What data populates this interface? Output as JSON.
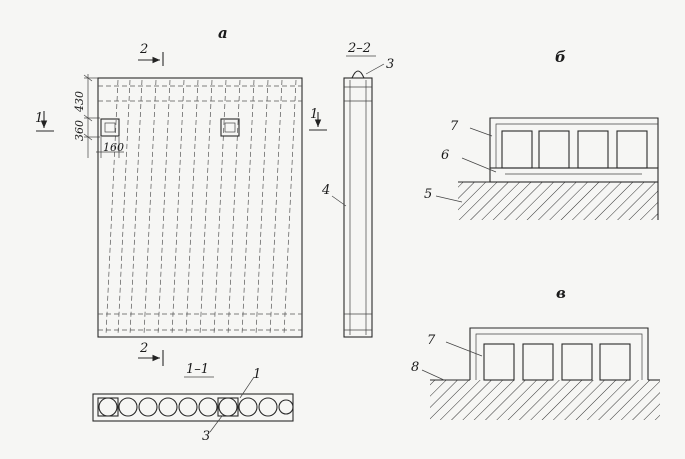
{
  "labels": {
    "view_a": "а",
    "view_b": "б",
    "view_v": "в",
    "section_2_2": "2–2",
    "section_1_1": "1–1",
    "cut_1": "1",
    "cut_2": "2",
    "num_1": "1",
    "num_3": "3",
    "num_4": "4",
    "num_5": "5",
    "num_6": "6",
    "num_7": "7",
    "num_8": "8"
  },
  "dimensions": {
    "d430": "430",
    "d360": "360",
    "d160": "160"
  }
}
